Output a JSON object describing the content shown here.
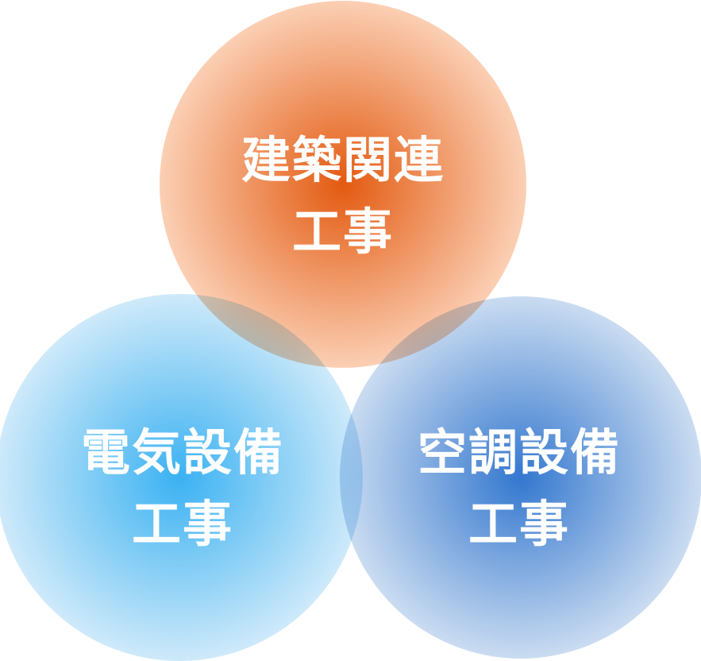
{
  "circles": [
    {
      "id": "construction",
      "line1": "建築関連",
      "line2": "工事",
      "center_color": "#e35a10",
      "edge_color": "#fbcfb4"
    },
    {
      "id": "electrical",
      "line1": "電気設備",
      "line2": "工事",
      "center_color": "#17a4f0",
      "edge_color": "#c6e6f9"
    },
    {
      "id": "hvac",
      "line1": "空調設備",
      "line2": "工事",
      "center_color": "#0f5fc6",
      "edge_color": "#c1d6ef"
    }
  ]
}
